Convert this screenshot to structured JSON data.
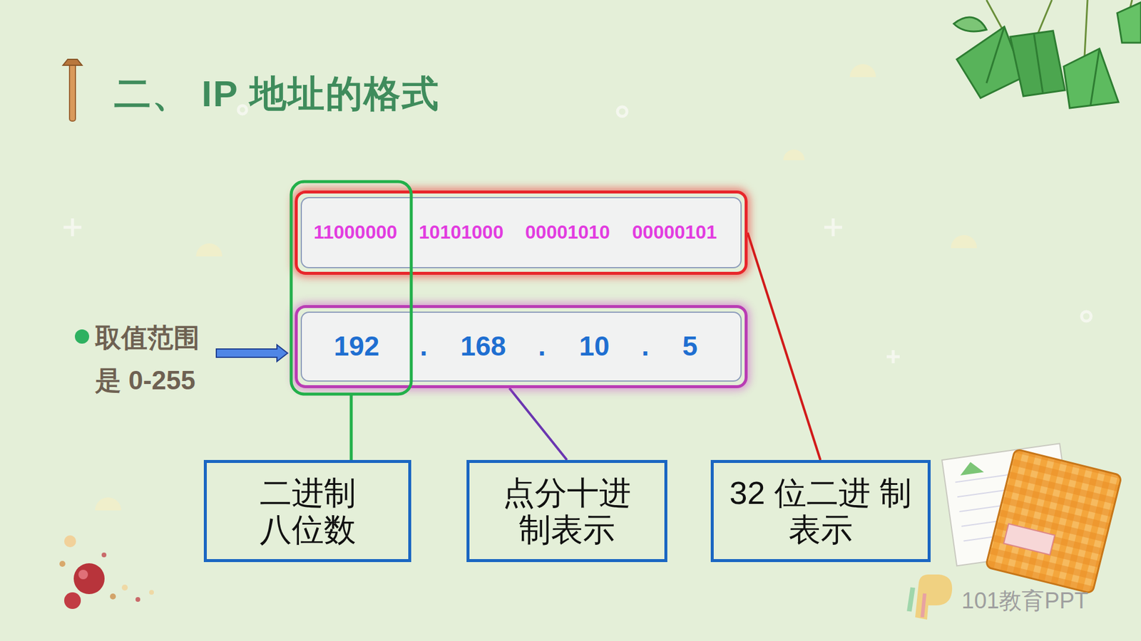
{
  "diagram": {
    "title": "二、 IP 地址的格式",
    "nodes": [
      {
        "text": [
          "11000000",
          "10101000",
          "00001010",
          "00000101"
        ]
      },
      {
        "text": [
          "192",
          ".",
          "168",
          ".",
          "10",
          ".",
          "5"
        ]
      },
      {
        "text": [
          "二进制 八位数"
        ]
      },
      {
        "text": [
          "点分十进 制表示"
        ]
      },
      {
        "text": [
          "32 位二进 制表示"
        ]
      }
    ],
    "edges": [
      {
        "from": 1,
        "to": 3,
        "arrow": "none"
      },
      {
        "from": 0,
        "to": 4,
        "arrow": "none"
      }
    ],
    "labels": [
      "取值范围 是 0-255",
      "101教育PPT"
    ]
  }
}
